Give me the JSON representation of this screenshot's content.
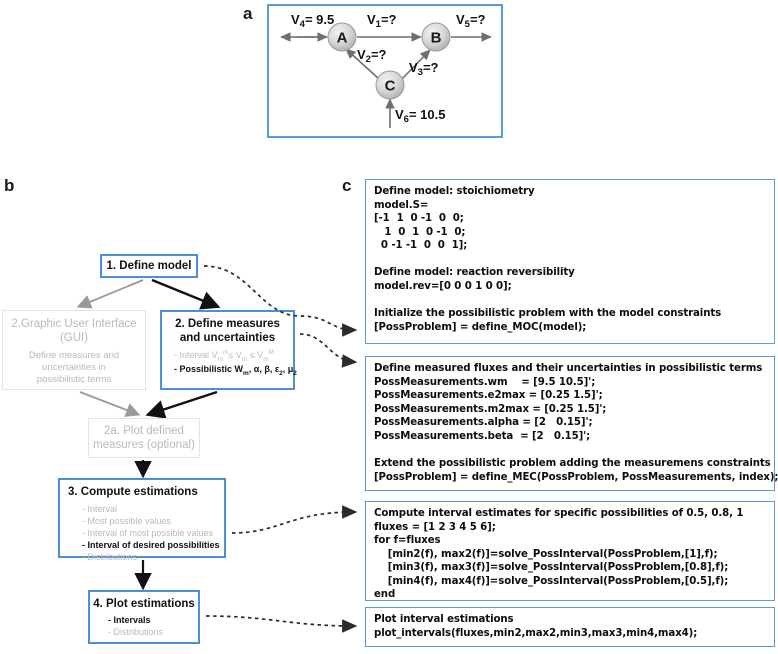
{
  "panels": {
    "a": {
      "letter": "a"
    },
    "b": {
      "letter": "b"
    },
    "c": {
      "letter": "c"
    }
  },
  "network": {
    "nodes": [
      {
        "id": "A",
        "label": "A"
      },
      {
        "id": "B",
        "label": "B"
      },
      {
        "id": "C",
        "label": "C"
      }
    ],
    "fluxes": [
      {
        "id": "v1",
        "name": "V",
        "sub": "1",
        "value": "=?",
        "from": "A",
        "to": "B"
      },
      {
        "id": "v2",
        "name": "V",
        "sub": "2",
        "value": "=?",
        "from": "C",
        "to": "A"
      },
      {
        "id": "v3",
        "name": "V",
        "sub": "3",
        "value": "=?",
        "from": "C",
        "to": "B"
      },
      {
        "id": "v4",
        "name": "V",
        "sub": "4",
        "value": "= 9.5",
        "from": "A",
        "to": "out"
      },
      {
        "id": "v5",
        "name": "V",
        "sub": "5",
        "value": "=?",
        "from": "B",
        "to": "out"
      },
      {
        "id": "v6",
        "name": "V",
        "sub": "6",
        "value": "= 10.5",
        "from": "in",
        "to": "C"
      }
    ]
  },
  "flowchart": {
    "define_model": {
      "title": "1. Define model"
    },
    "gui": {
      "title_line1": "2.Graphic User Interface",
      "title_line2": "(GUI)",
      "sub_line1": "Define measures and",
      "sub_line2": "uncertainties in",
      "sub_line3": "possibilistic terms"
    },
    "measures": {
      "title_line1": "2. Define measures",
      "title_line2": "and uncertainties",
      "items": [
        {
          "text": "- Interval Vₘᵐ≤ Vₘ ≤ VₘᴹM",
          "bold": false
        },
        {
          "text": "- Possibilistic Wₘ, α, β, ε₂, μ₂",
          "bold": true
        }
      ]
    },
    "plot_defined": {
      "title_line1": "2a. Plot  defined",
      "title_line2": "measures (optional)"
    },
    "compute": {
      "title": "3. Compute estimations",
      "items": [
        {
          "text": "- Interval",
          "bold": false
        },
        {
          "text": "- Most possible values",
          "bold": false
        },
        {
          "text": "- Interval of most possible values",
          "bold": false
        },
        {
          "text": "- Interval of desired possibilities",
          "bold": true
        },
        {
          "text": "- Distributions",
          "bold": false
        }
      ]
    },
    "plot_estimations": {
      "title": "4. Plot estimations",
      "items": [
        {
          "text": "- Intervals",
          "bold": true
        },
        {
          "text": "- Distributions",
          "bold": false
        }
      ]
    }
  },
  "code_blocks": {
    "block1": "Define model: stoichiometry\nmodel.S=\n[-1  1  0 -1  0  0;\n   1  0  1  0 -1  0;\n  0 -1 -1  0  0  1];\n\nDefine model: reaction reversibility\nmodel.rev=[0 0 0 1 0 0];\n\nInitialize the possibilistic problem with the model constraints\n[PossProblem] = define_MOC(model);",
    "block2": "Define measured fluxes and their uncertainties in possibilistic terms\nPossMeasurements.wm    = [9.5 10.5]';\nPossMeasurements.e2max = [0.25 1.5]';\nPossMeasurements.m2max = [0.25 1.5]';\nPossMeasurements.alpha = [2   0.15]';\nPossMeasurements.beta  = [2   0.15]';\n\nExtend the possibilistic problem adding the measuremens constraints\n[PossProblem] = define_MEC(PossProblem, PossMeasurements, index);",
    "block3": "Compute interval estimates for specific possibilities of 0.5, 0.8, 1\nfluxes = [1 2 3 4 5 6];\nfor f=fluxes\n    [min2(f), max2(f)]=solve_PossInterval(PossProblem,[1],f);\n    [min3(f), max3(f)]=solve_PossInterval(PossProblem,[0.8],f);\n    [min4(f), max4(f)]=solve_PossInterval(PossProblem,[0.5],f);\nend",
    "block4": "Plot interval estimations\nplot_intervals(fluxes,min2,max2,min3,max3,min4,max4);"
  },
  "colors": {
    "border_blue": "#5b9bd5",
    "border_blue_active": "#4a90d9",
    "border_light": "#d6e6f5",
    "text_gray": "#b9b9b9",
    "arrow_black": "#111111",
    "arrow_gray": "#8c8c8c",
    "node_fill": "#cfcfcf"
  }
}
